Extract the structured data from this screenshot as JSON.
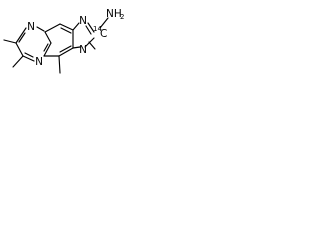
{
  "molecule": {
    "atoms": {
      "n_pyrazine_left": "N",
      "n_pyrazine_bottom": "N",
      "n_imidazole_top": "N",
      "n_imidazole_right": "N",
      "amine": "NH",
      "amine_subscript": "2",
      "isotope_carbon_mass": "14",
      "isotope_carbon_symbol": "C"
    }
  }
}
